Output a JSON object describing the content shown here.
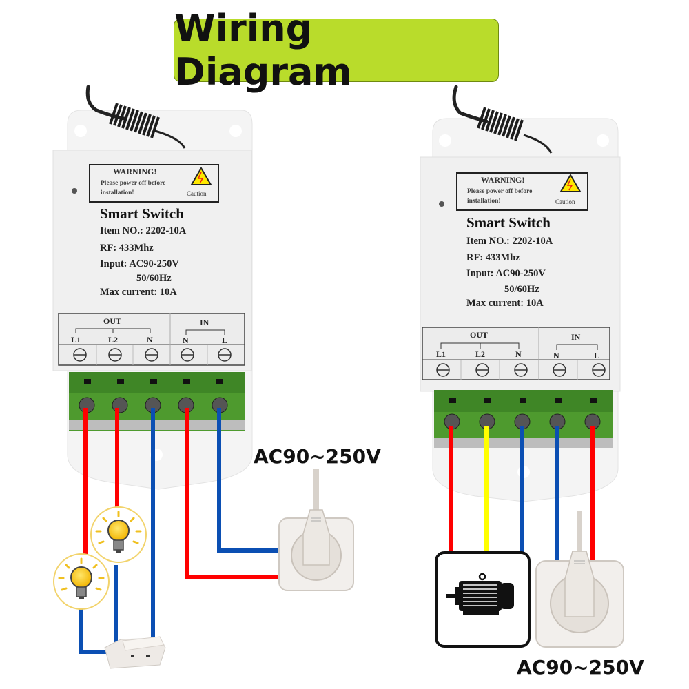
{
  "title": "Wiring Diagram",
  "colors": {
    "title_bg": "#b9dc2b",
    "wire_live": "#ff0000",
    "wire_neutral": "#0b4fb3",
    "wire_yellow": "#ffff00",
    "terminal_block": "#4e9a2e",
    "housing": "#f0f0f0"
  },
  "devices": [
    {
      "id": "left",
      "warning": {
        "title": "WARNING!",
        "line1": "Please power off before",
        "line2": "installation!",
        "caution": "Caution"
      },
      "name": "Smart Switch",
      "item_no": "Item NO.: 2202-10A",
      "rf": "RF: 433Mhz",
      "input": "Input: AC90-250V",
      "freq": "50/60Hz",
      "max_current": "Max current: 10A",
      "terminals": {
        "out_label": "OUT",
        "in_label": "IN",
        "labels": [
          "L1",
          "L2",
          "N",
          "N",
          "L"
        ]
      },
      "load": "two light bulbs via connector",
      "supply_label": "AC90~250V"
    },
    {
      "id": "right",
      "warning": {
        "title": "WARNING!",
        "line1": "Please power off before",
        "line2": "installation!",
        "caution": "Caution"
      },
      "name": "Smart Switch",
      "item_no": "Item NO.: 2202-10A",
      "rf": "RF: 433Mhz",
      "input": "Input: AC90-250V",
      "freq": "50/60Hz",
      "max_current": "Max current: 10A",
      "terminals": {
        "out_label": "OUT",
        "in_label": "IN",
        "labels": [
          "L1",
          "L2",
          "N",
          "N",
          "L"
        ]
      },
      "load": "motor",
      "supply_label": "AC90~250V"
    }
  ]
}
